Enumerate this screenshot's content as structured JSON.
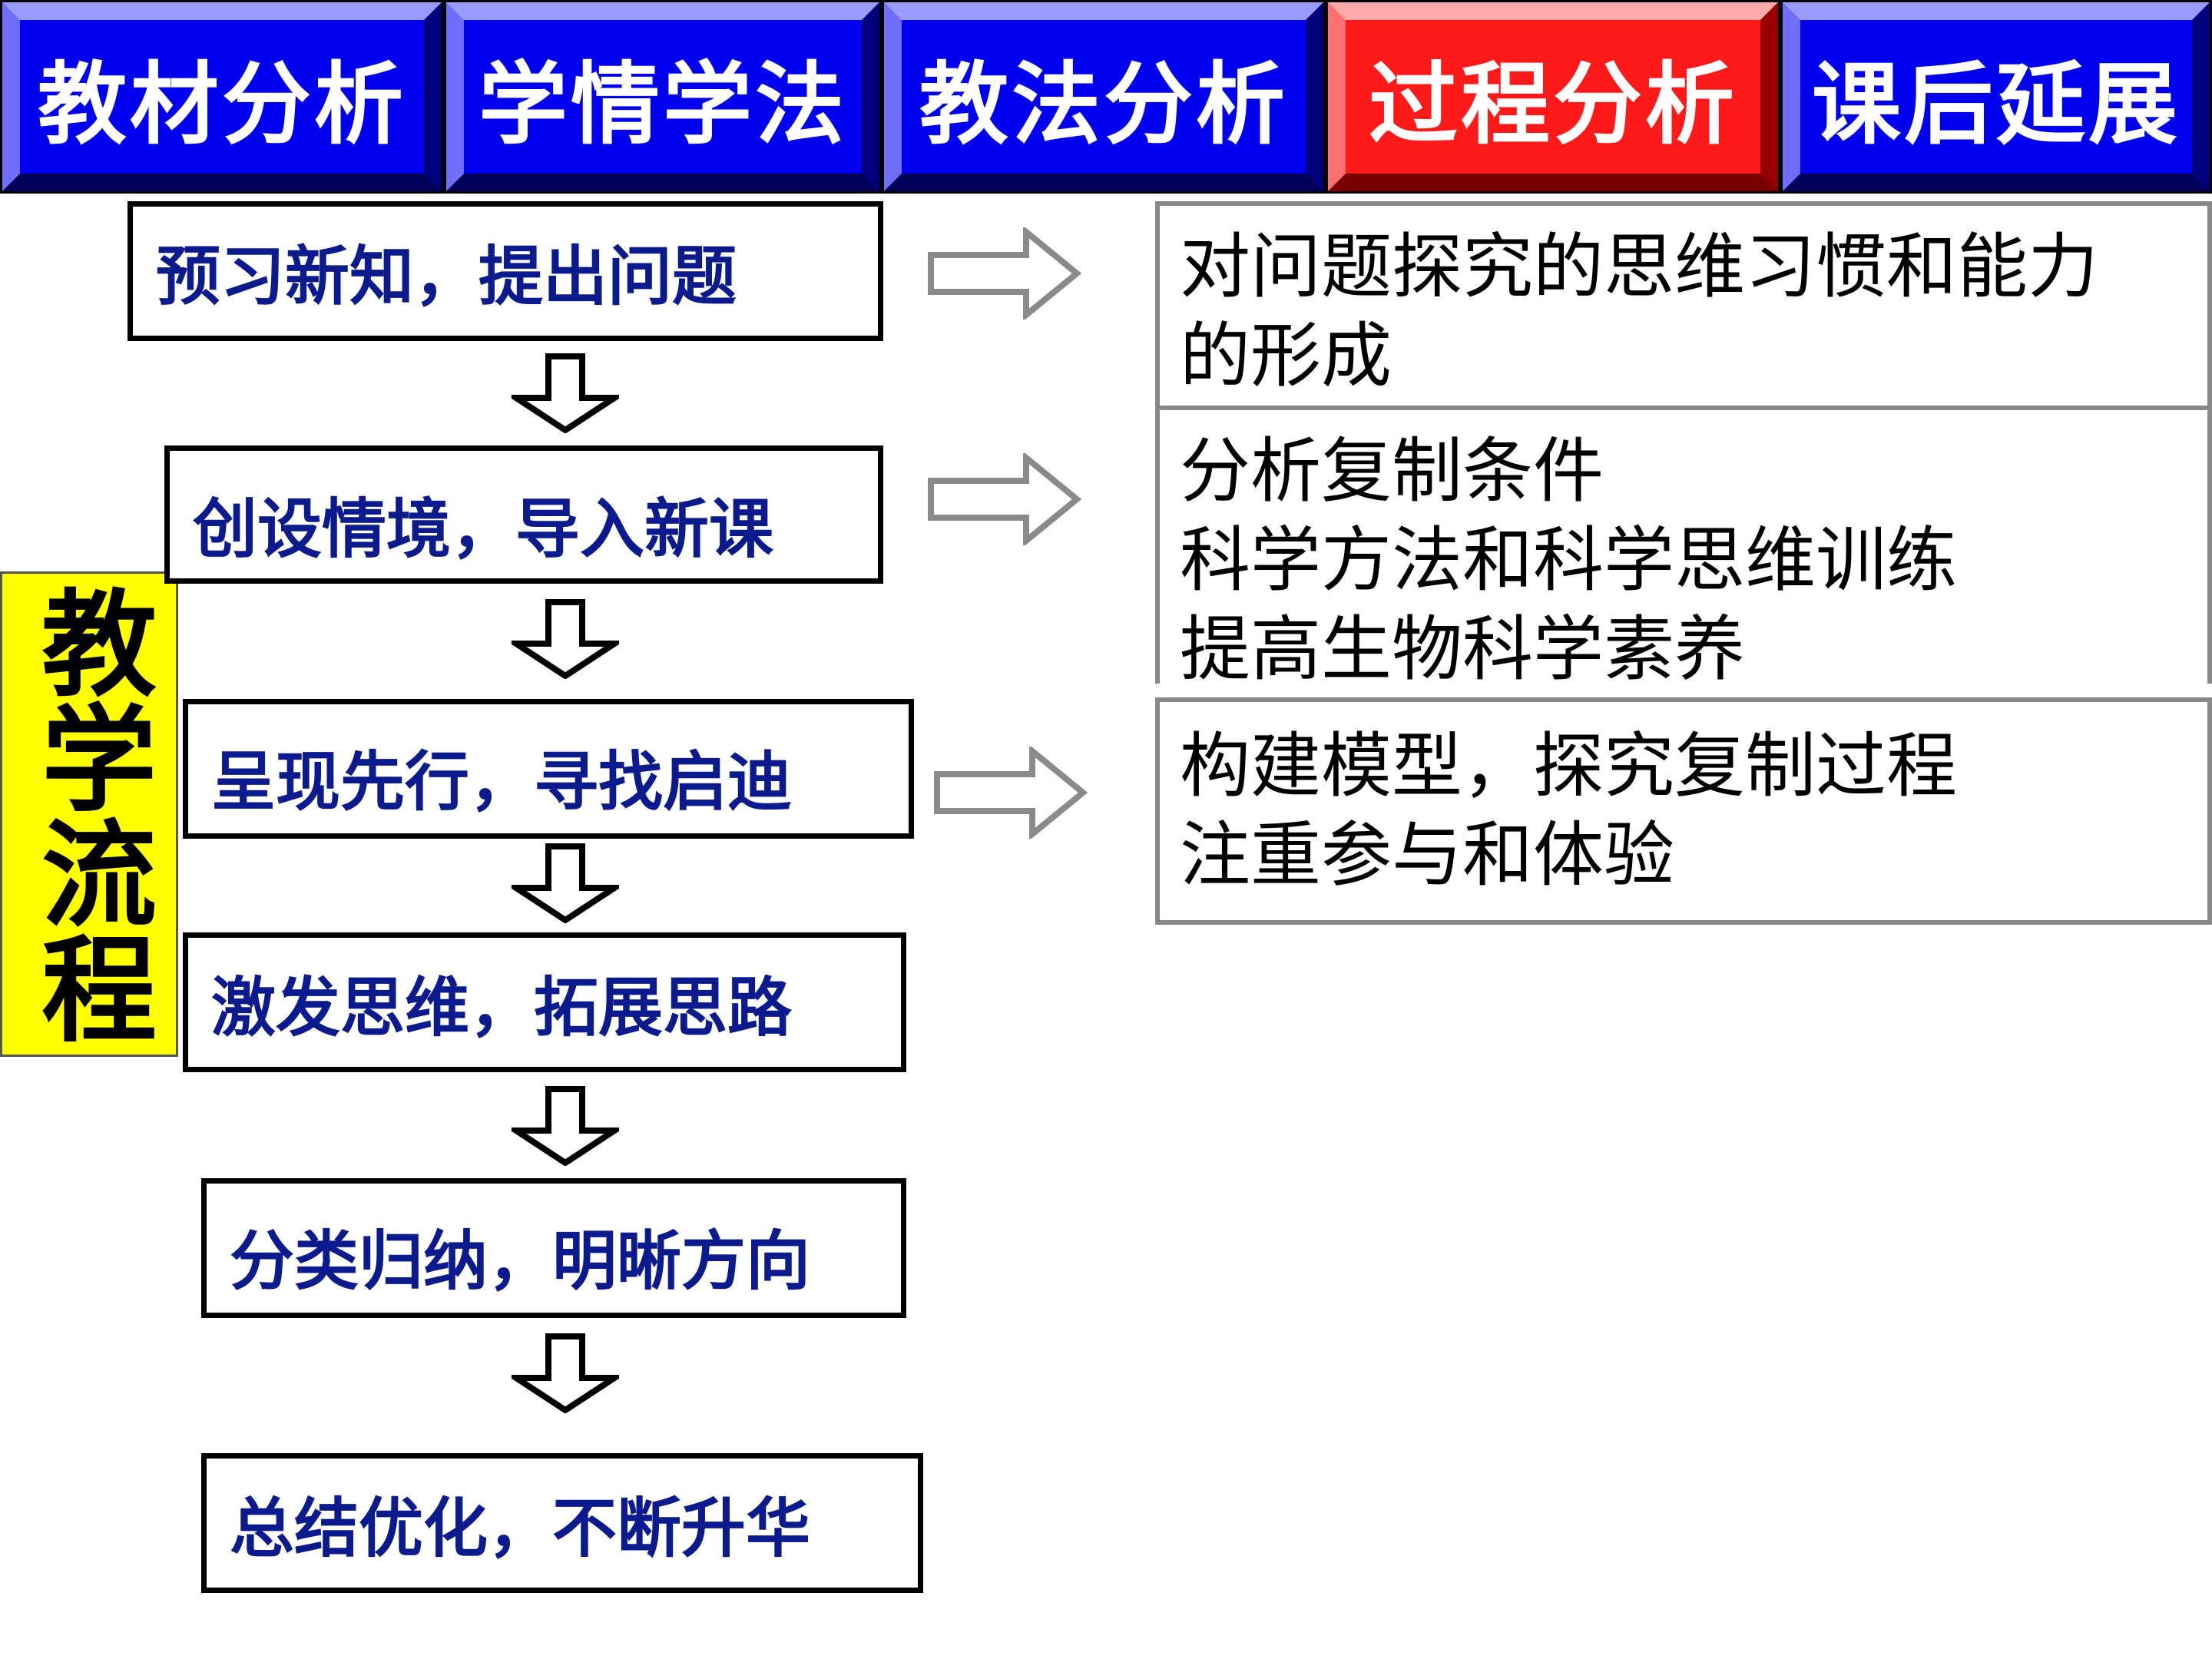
{
  "nav": {
    "tabs": [
      {
        "label": "教材分析",
        "active": false
      },
      {
        "label": "学情学法",
        "active": false
      },
      {
        "label": "教法分析",
        "active": false
      },
      {
        "label": "过程分析",
        "active": true
      },
      {
        "label": "课后延展",
        "active": false
      }
    ]
  },
  "side_label": "教学流程",
  "flow": {
    "steps": [
      "预习新知，提出问题",
      "创设情境，导入新课",
      "呈现先行，寻找启迪",
      "激发思维，拓展思路",
      "分类归纳，明晰方向",
      "总结优化，不断升华"
    ]
  },
  "outcomes": [
    {
      "lines": [
        "对问题探究的思维习惯和能力",
        "的形成"
      ]
    },
    {
      "lines": [
        "分析复制条件",
        "科学方法和科学思维训练",
        "提高生物科学素养"
      ]
    },
    {
      "lines": [
        "构建模型，探究复制过程",
        "注重参与和体验"
      ]
    }
  ],
  "colors": {
    "tab_blue": "#0000ee",
    "tab_active_red": "#ff1a1a",
    "step_text": "#0b1a8c",
    "side_bg": "#ffff00",
    "outcome_border": "#888888"
  },
  "icons": {
    "down_arrow": "hollow-down-arrow-icon",
    "right_arrow": "hollow-right-arrow-icon"
  }
}
